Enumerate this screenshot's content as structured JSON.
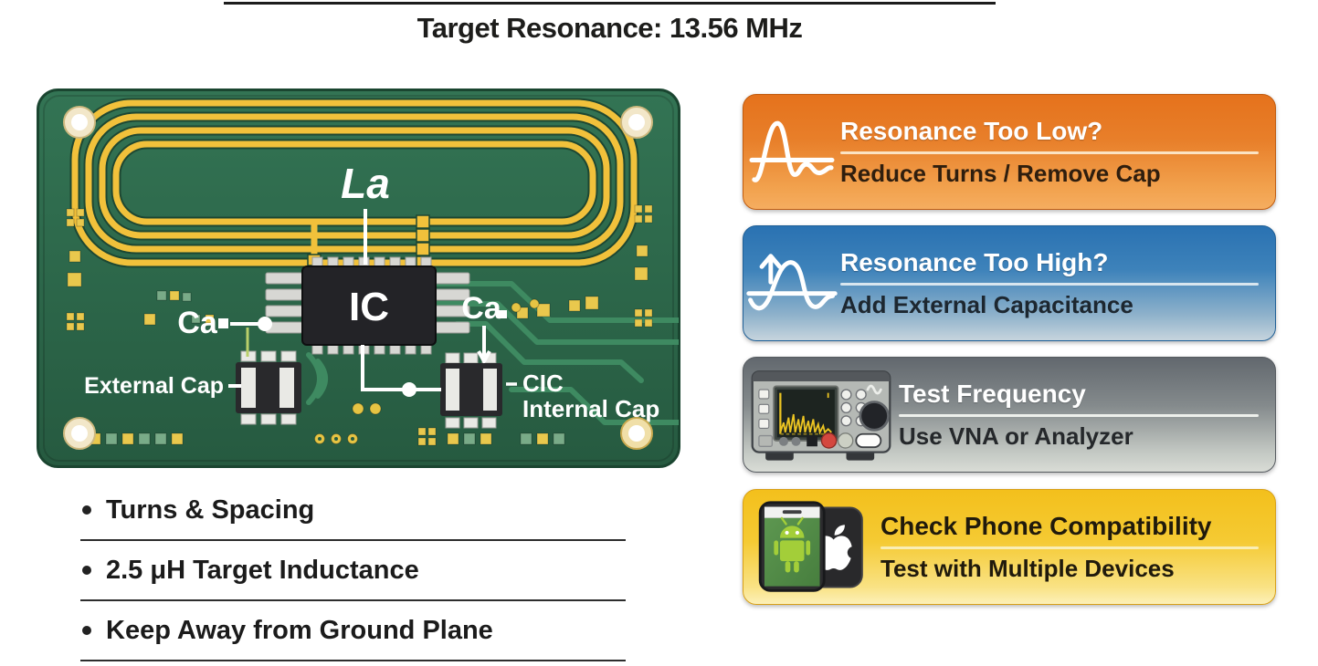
{
  "header": {
    "title": "Target Resonance: 13.56 MHz"
  },
  "pcb": {
    "coil_label": "La",
    "ic_label": "IC",
    "ca_left_label": "Ca",
    "ca_right_label": "Ca",
    "external_cap_label": "External Cap",
    "internal_cap_label_line1": "CIC",
    "internal_cap_label_line2": "Internal Cap"
  },
  "design_checklist": [
    {
      "text": "Turns & Spacing"
    },
    {
      "text": "2.5 μH Target Inductance"
    },
    {
      "text": "Keep Away from Ground Plane"
    }
  ],
  "cards": [
    {
      "icon": "falling-sine-wave",
      "title": "Resonance Too Low?",
      "subtitle": "Reduce Turns / Remove Cap",
      "theme": "orange",
      "accent": "#e8761f"
    },
    {
      "icon": "rising-sine-wave-arrow",
      "title": "Resonance Too High?",
      "subtitle": "Add External Capacitance",
      "theme": "blue",
      "accent": "#2b75b5"
    },
    {
      "icon": "spectrum-analyzer",
      "title": "Test Frequency",
      "subtitle": "Use VNA or Analyzer",
      "theme": "gray",
      "accent": "#6c7278"
    },
    {
      "icon": "android-and-apple-phones",
      "title": "Check Phone Compatibility",
      "subtitle": "Test with Multiple Devices",
      "theme": "yellow",
      "accent": "#f5c41f"
    }
  ],
  "colors": {
    "pcb_green": "#2e6c4b",
    "trace_gold": "#f1c13b",
    "routing_green": "#3e8a61",
    "orange_card": "#e8761f",
    "blue_card": "#2b75b5",
    "gray_card": "#6c7278",
    "yellow_card": "#f5c41f"
  }
}
